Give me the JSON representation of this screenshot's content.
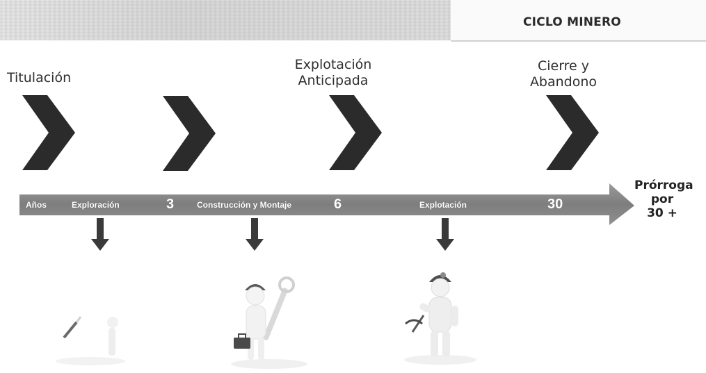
{
  "title": "CICLO MINERO",
  "stages": {
    "titulacion": "Titulación",
    "explotacion_anticipada": "Explotación\nAnticipada",
    "cierre": "Cierre y\nAbandono"
  },
  "timeline": {
    "anos": "Años",
    "exploracion": "Exploración",
    "year_3": "3",
    "construccion": "Construcción y Montaje",
    "year_6": "6",
    "explotacion": "Explotación",
    "year_30": "30"
  },
  "prorroga": "Prórroga\npor\n30 +",
  "colors": {
    "chevron": "#2b2b2b",
    "timeline": "#8a8a8a",
    "arrow": "#3a3a3a"
  },
  "icons": [
    "chevron-icon",
    "down-arrow-icon",
    "explorer-figure",
    "builder-figure",
    "miner-figure"
  ]
}
